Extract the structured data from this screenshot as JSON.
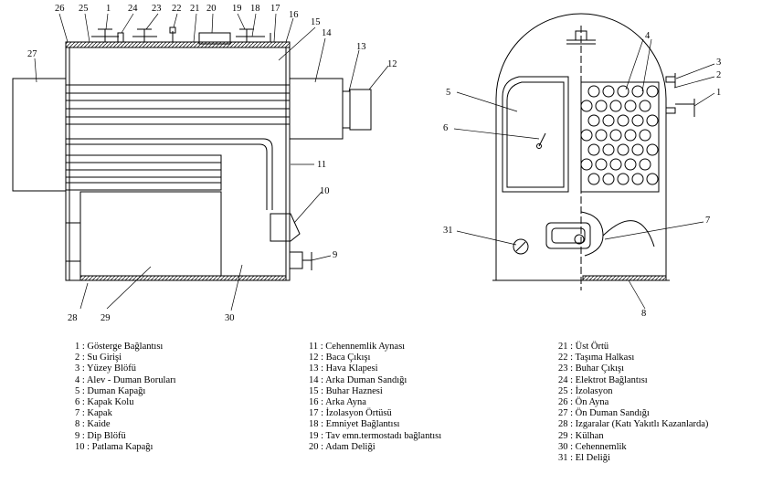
{
  "callouts": {
    "n1": "1",
    "n2": "2",
    "n3": "3",
    "n4": "4",
    "n5": "5",
    "n6": "6",
    "n7": "7",
    "n8": "8",
    "n9": "9",
    "n10": "10",
    "n11": "11",
    "n12": "12",
    "n13": "13",
    "n14": "14",
    "n15": "15",
    "n16": "16",
    "n17": "17",
    "n18": "18",
    "n19": "19",
    "n20": "20",
    "n21": "21",
    "n22": "22",
    "n23": "23",
    "n24": "24",
    "n25": "25",
    "n26": "26",
    "n27": "27",
    "n28": "28",
    "n29": "29",
    "n30": "30",
    "n31": "31"
  },
  "legend": {
    "col1": [
      "1 : Gösterge Bağlantısı",
      "2 : Su Girişi",
      "3 : Yüzey Blöfü",
      "4 : Alev - Duman Boruları",
      "5 : Duman Kapağı",
      "6 : Kapak Kolu",
      "7 : Kapak",
      "8 : Kaide",
      "9 : Dip Blöfü",
      "10 : Patlama Kapağı"
    ],
    "col2": [
      "11 : Cehennemlik Aynası",
      "12 : Baca Çıkışı",
      "13 : Hava Klapesi",
      "14 : Arka Duman Sandığı",
      "15 : Buhar Haznesi",
      "16 : Arka Ayna",
      "17 : İzolasyon Örtüsü",
      "18 : Emniyet Bağlantısı",
      "19 : Tav emn.termostadı bağlantısı",
      "20 : Adam Deliği"
    ],
    "col3": [
      "21 : Üst Örtü",
      "22 : Taşıma Halkası",
      "23 : Buhar Çıkışı",
      "24 : Elektrot Bağlantısı",
      "25 : İzolasyon",
      "26 : Ön Ayna",
      "27 : Ön Duman Sandığı",
      "28 : Izgaralar (Katı Yakıtlı Kazanlarda)",
      "29 : Külhan",
      "30 : Cehennemlik",
      "31 : El Deliği"
    ]
  }
}
